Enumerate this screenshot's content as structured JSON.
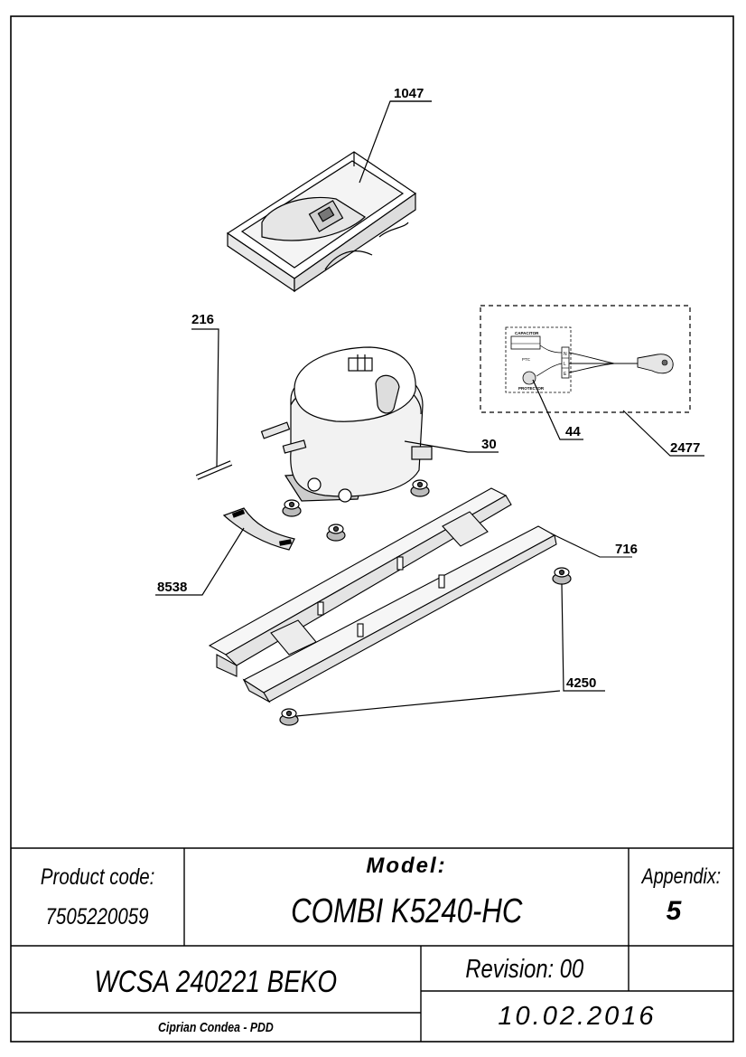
{
  "drawing": {
    "callouts": {
      "cover": "1047",
      "rod": "216",
      "compressor": "30",
      "starter": "44",
      "wiring_kit": "2477",
      "clip": "8538",
      "rail": "716",
      "grommet": "4250"
    },
    "schematic": {
      "capacitor": "CAPACITOR",
      "ptc": "PTC",
      "protector": "PROTECTOR",
      "terminals": [
        "N",
        "L",
        "E"
      ]
    }
  },
  "title_block": {
    "product_code_label": "Product code:",
    "product_code": "7505220059",
    "model_label": "Model:",
    "model": "COMBI K5240-HC",
    "appendix_label": "Appendix:",
    "appendix": "5",
    "document": "WCSA 240221 BEKO",
    "revision": "Revision: 00",
    "author": "Ciprian Condea - PDD",
    "date": "10.02.2016"
  }
}
